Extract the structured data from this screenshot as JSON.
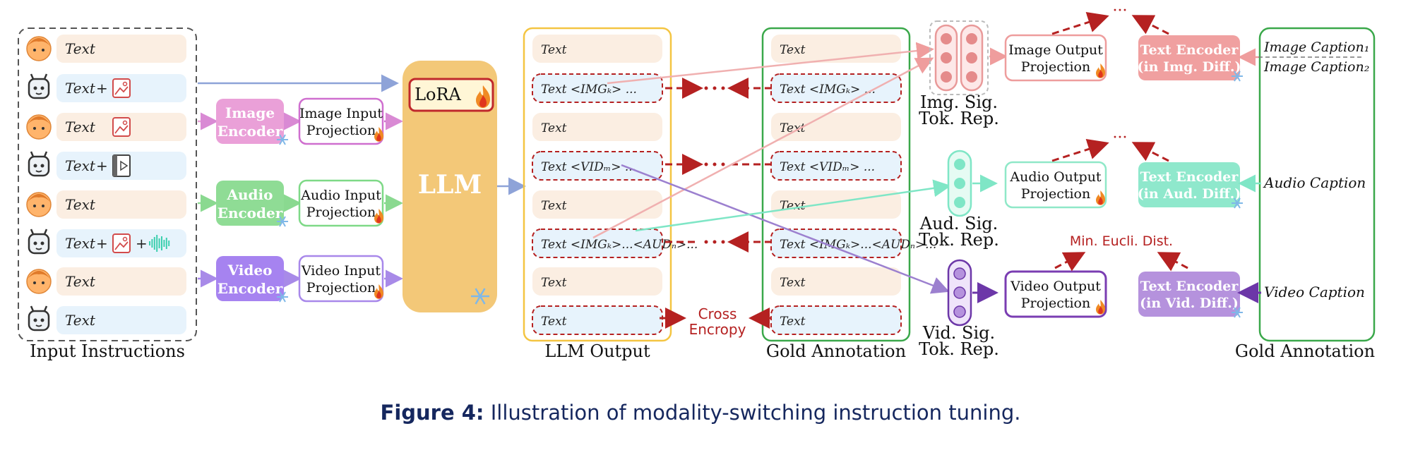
{
  "input_instructions": {
    "label": "Input Instructions",
    "rows": [
      {
        "speaker": "user",
        "text": "Text",
        "extra": ""
      },
      {
        "speaker": "bot",
        "text": "Text",
        "extra": "+ image"
      },
      {
        "speaker": "user",
        "text": "Text",
        "extra": "image"
      },
      {
        "speaker": "bot",
        "text": "Text",
        "extra": "+ video"
      },
      {
        "speaker": "user",
        "text": "Text",
        "extra": ""
      },
      {
        "speaker": "bot",
        "text": "Text",
        "extra": "+ image + audio"
      },
      {
        "speaker": "user",
        "text": "Text",
        "extra": ""
      },
      {
        "speaker": "bot",
        "text": "Text",
        "extra": ""
      }
    ],
    "plus": "+"
  },
  "encoders": [
    {
      "name": "Image Encoder",
      "line1": "Image",
      "line2": "Encoder",
      "color": "#eaa0d8"
    },
    {
      "name": "Audio Encoder",
      "line1": "Audio",
      "line2": "Encoder",
      "color": "#8fdc95"
    },
    {
      "name": "Video Encoder",
      "line1": "Video",
      "line2": "Encoder",
      "color": "#a683f0"
    }
  ],
  "input_projections": [
    {
      "line1": "Image Input",
      "line2": "Projection",
      "color": "#cf6fcf"
    },
    {
      "line1": "Audio Input",
      "line2": "Projection",
      "color": "#7ed987"
    },
    {
      "line1": "Video Input",
      "line2": "Projection",
      "color": "#a888ea"
    }
  ],
  "llm": {
    "label": "LLM",
    "lora": "LoRA",
    "color": "#f1c470"
  },
  "llm_output": {
    "label": "LLM Output",
    "rows": [
      "Text",
      "Text <IMGₖ> ...",
      "Text",
      "Text <VIDₘ> ...",
      "Text",
      "Text <IMGₖ>...<AUDₙ>...",
      "Text",
      "Text"
    ]
  },
  "gold_annotation_left": {
    "label": "Gold Annotation",
    "rows": [
      "Text",
      "Text <IMGₖ> ...",
      "Text",
      "Text <VIDₘ> ...",
      "Text",
      "Text <IMGₖ>...<AUDₙ>...",
      "Text",
      "Text"
    ]
  },
  "loss": {
    "cross_entropy_1": "Cross",
    "cross_entropy_2": "Encropy",
    "min_eucli": "Min. Eucli. Dist.",
    "ellipsis": "···"
  },
  "signal_tokens": [
    {
      "line1": "Img. Sig.",
      "line2": "Tok. Rep.",
      "color": "#f0a2a2"
    },
    {
      "line1": "Aud. Sig.",
      "line2": "Tok. Rep.",
      "color": "#7fe8c7"
    },
    {
      "line1": "Vid. Sig.",
      "line2": "Tok. Rep.",
      "color": "#7e46b8"
    }
  ],
  "output_projections": [
    {
      "line1": "Image Output",
      "line2": "Projection",
      "color": "#ee9d9d"
    },
    {
      "line1": "Audio Output",
      "line2": "Projection",
      "color": "#8fe8c8"
    },
    {
      "line1": "Video Output",
      "line2": "Projection",
      "color": "#7a3db2"
    }
  ],
  "text_encoders": [
    {
      "line1": "Text Encoder",
      "line2": "(in Img. Diff.)",
      "color": "#f0a0a0"
    },
    {
      "line1": "Text Encoder",
      "line2": "(in Aud. Diff.)",
      "color": "#8fe8cc"
    },
    {
      "line1": "Text Encoder",
      "line2": "(in Vid. Diff.)",
      "color": "#b592dd"
    }
  ],
  "gold_annotation_right": {
    "label": "Gold Annotation",
    "captions": [
      "Image Caption₁",
      "Image Caption₂",
      "Audio Caption",
      "Video Caption"
    ]
  },
  "figure_caption": {
    "label": "Figure 4:",
    "text": " Illustration of modality-switching instruction tuning."
  },
  "colors": {
    "red_dash": "#b52121",
    "llm_box": "#f7d58a",
    "gold_border": "#3aa84a",
    "llm_output_border": "#f4c542"
  }
}
